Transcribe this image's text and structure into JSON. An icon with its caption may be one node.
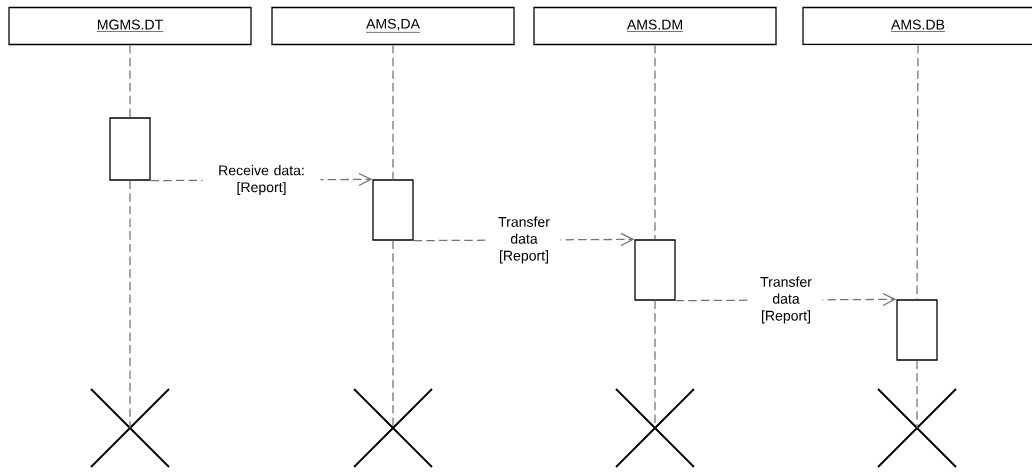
{
  "diagram": {
    "nodes": [
      {
        "text": [
          "MGMS.DT"
        ]
      },
      {
        "text": [
          "AMS,DA"
        ]
      },
      {
        "text": [
          "AMS.DM"
        ]
      },
      {
        "text": [
          "AMS.DB"
        ]
      },
      {
        "text": [],
        "shape": "box"
      },
      {
        "text": [],
        "shape": "box"
      },
      {
        "text": [],
        "shape": "box"
      },
      {
        "text": [],
        "shape": "box"
      },
      {
        "text": [],
        "shape": "cross"
      },
      {
        "text": [],
        "shape": "cross"
      },
      {
        "text": [],
        "shape": "cross"
      },
      {
        "text": [],
        "shape": "cross"
      }
    ],
    "edges": [
      {
        "from": 0,
        "to": 4,
        "arrow": "none",
        "style": "dashed"
      },
      {
        "from": 1,
        "to": 5,
        "arrow": "none",
        "style": "dashed"
      },
      {
        "from": 2,
        "to": 6,
        "arrow": "none",
        "style": "dashed"
      },
      {
        "from": 3,
        "to": 7,
        "arrow": "none",
        "style": "dashed"
      },
      {
        "from": 4,
        "to": 8,
        "arrow": "none",
        "style": "dashed"
      },
      {
        "from": 5,
        "to": 9,
        "arrow": "none",
        "style": "dashed"
      },
      {
        "from": 6,
        "to": 10,
        "arrow": "none",
        "style": "dashed"
      },
      {
        "from": 7,
        "to": 11,
        "arrow": "none",
        "style": "dashed"
      },
      {
        "from": 4,
        "to": 5,
        "label": "Receive data: [Report]",
        "arrow": "to",
        "style": "dashed"
      },
      {
        "from": 5,
        "to": 6,
        "label": "Transfer data [Report]",
        "arrow": "to",
        "style": "dashed"
      },
      {
        "from": 6,
        "to": 7,
        "label": "Transfer data [Report]",
        "arrow": "to",
        "style": "dashed"
      }
    ]
  }
}
